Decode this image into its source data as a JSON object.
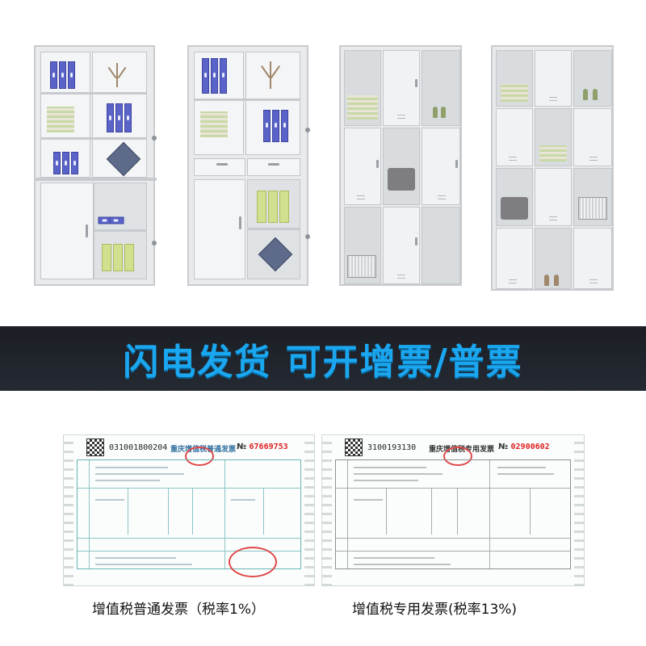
{
  "banner": {
    "text": "闪电发货 可开增票/普票",
    "color": "#1aa7f0",
    "background": "#1b1e24"
  },
  "invoices": [
    {
      "code": "031001800204",
      "title": "重庆增值税普通发票",
      "number_mark": "№",
      "number": "67669753"
    },
    {
      "code": "3100193130",
      "title": "重庆增值税专用发票",
      "number_mark": "№",
      "number": "02900602"
    }
  ],
  "captions": {
    "left": "增值税普通发票（税率1%）",
    "right": "增值税专用发票(税率13%)"
  }
}
